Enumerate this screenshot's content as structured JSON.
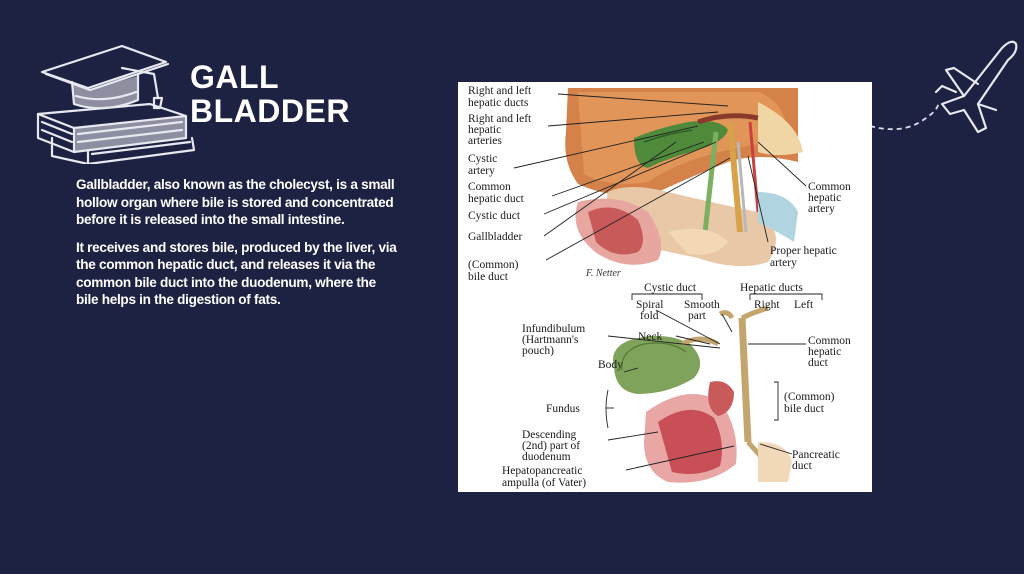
{
  "slide": {
    "title_line1": "GALL",
    "title_line2": "BLADDER",
    "paragraph1": "Gallbladder, also known as the cholecyst, is a small hollow organ where bile is stored and concentrated before it is released into the small intestine.",
    "paragraph2": "It receives and stores bile, produced by the liver, via the common hepatic duct, and releases it via the common bile duct into the duodenum, where the bile helps in the digestion of fats."
  },
  "figure": {
    "signature": "F. Netter",
    "top_labels": {
      "hepatic_ducts_1": "Right and left",
      "hepatic_ducts_2": "hepatic ducts",
      "hepatic_arteries_1": "Right and left",
      "hepatic_arteries_2": "hepatic",
      "hepatic_arteries_3": "arteries",
      "cystic_artery_1": "Cystic",
      "cystic_artery_2": "artery",
      "common_hepatic_duct_1": "Common",
      "common_hepatic_duct_2": "hepatic duct",
      "cystic_duct": "Cystic duct",
      "gallbladder": "Gallbladder",
      "common_bile_duct_1": "(Common)",
      "common_bile_duct_2": "bile duct",
      "common_hepatic_artery_1": "Common",
      "common_hepatic_artery_2": "hepatic",
      "common_hepatic_artery_3": "artery",
      "proper_hepatic_artery_1": "Proper hepatic",
      "proper_hepatic_artery_2": "artery"
    },
    "bottom_labels": {
      "cystic_duct": "Cystic duct",
      "hepatic_ducts": "Hepatic ducts",
      "spiral_1": "Spiral",
      "spiral_2": "fold",
      "smooth_1": "Smooth",
      "smooth_2": "part",
      "right": "Right",
      "left": "Left",
      "infundibulum_1": "Infundibulum",
      "infundibulum_2": "(Hartmann's",
      "infundibulum_3": "pouch)",
      "neck": "Neck",
      "body": "Body",
      "fundus": "Fundus",
      "common_hepatic_duct_1": "Common",
      "common_hepatic_duct_2": "hepatic",
      "common_hepatic_duct_3": "duct",
      "common_bile_duct_1": "(Common)",
      "common_bile_duct_2": "bile duct",
      "descending_1": "Descending",
      "descending_2": "(2nd) part of",
      "descending_3": "duodenum",
      "pancreatic_duct_1": "Pancreatic",
      "pancreatic_duct_2": "duct",
      "ampulla_1": "Hepatopancreatic",
      "ampulla_2": "ampulla (of Vater)"
    }
  },
  "icons": {
    "books": "graduation-cap-on-books-icon",
    "plane": "airplane-icon"
  },
  "colors": {
    "background": "#1e2242",
    "text": "#ffffff"
  }
}
